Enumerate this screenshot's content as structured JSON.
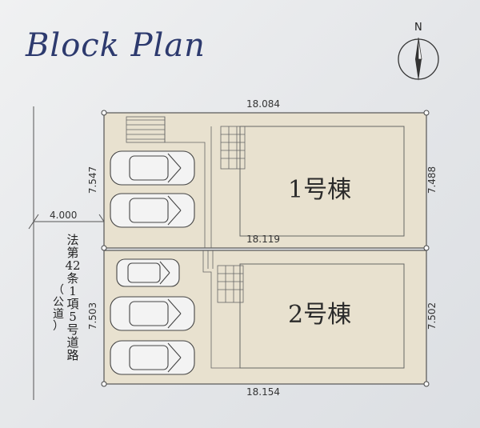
{
  "title": "Block Plan",
  "compass": {
    "label": "N"
  },
  "lot1": {
    "top_width": "18.084",
    "left_depth": "7.547",
    "right_depth": "7.488",
    "bottom_width": "18.119",
    "building": "1号棟"
  },
  "lot2": {
    "bottom_width": "18.154",
    "left_depth": "7.503",
    "right_depth": "7.502",
    "building": "2号棟"
  },
  "road": {
    "width": "4.000",
    "name_chars": [
      "法",
      "第",
      "42",
      "条",
      "1",
      "項",
      "5",
      "号",
      "道",
      "路"
    ],
    "public_chars": [
      "（",
      "公",
      "道",
      "）"
    ]
  },
  "colors": {
    "lot_fill": "#e8e1cf",
    "line": "#555555",
    "title": "#2d3a6e"
  }
}
